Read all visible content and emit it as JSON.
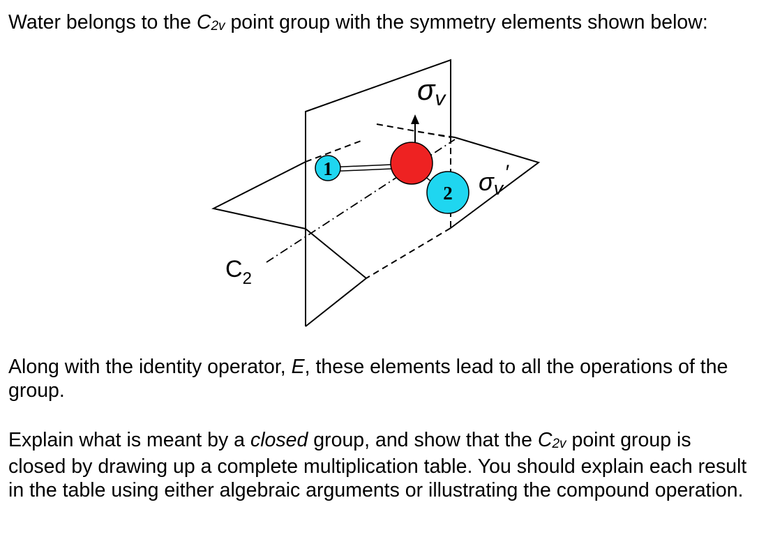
{
  "intro": {
    "part1": "Water belongs to the ",
    "group_letter": "C",
    "group_sub": "2v",
    "part2": " point group with the symmetry elements shown below:"
  },
  "figure": {
    "sigma_v_label": "σ",
    "sigma_v_sub": "v",
    "sigma_v_prime_label": "σ",
    "sigma_v_prime_sub": "v",
    "sigma_v_prime_mark": "′",
    "c2_label": "C",
    "c2_sub": "2",
    "atom1_label": "1",
    "atom2_label": "2",
    "colors": {
      "oxygen": "#ee2222",
      "hydrogen": "#1fd6f0",
      "line": "#000000"
    }
  },
  "along": {
    "part1": "Along with the identity operator, ",
    "identity": "E",
    "part2": ", these elements lead to all the operations of the group."
  },
  "explain": {
    "part1": "Explain what is meant by a ",
    "closed": "closed",
    "part2": " group, and show that the ",
    "group_letter": "C",
    "group_sub": "2v",
    "part3": " point group is closed by drawing up a complete multiplication table. You should explain each result in the table using either algebraic arguments or illustrating the compound operation."
  }
}
